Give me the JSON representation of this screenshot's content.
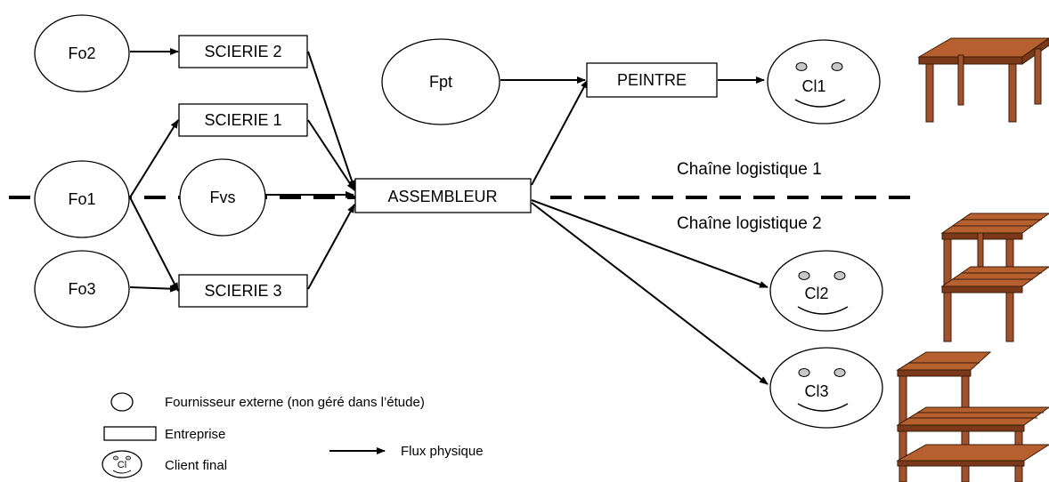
{
  "nodes": {
    "fo2": "Fo2",
    "fo1": "Fo1",
    "fo3": "Fo3",
    "fvs": "Fvs",
    "fpt": "Fpt",
    "scierie2": "SCIERIE 2",
    "scierie1": "SCIERIE 1",
    "scierie3": "SCIERIE 3",
    "assembleur": "ASSEMBLEUR",
    "peintre": "PEINTRE",
    "cl1": "Cl1",
    "cl2": "Cl2",
    "cl3": "Cl3"
  },
  "chains": {
    "chain1": "Chaîne logistique 1",
    "chain2": "Chaîne logistique 2"
  },
  "legend": {
    "external_supplier": "Fournisseur externe (non géré dans l’étude)",
    "company": "Entreprise",
    "final_client": "Client final",
    "client_symbol": "Cl",
    "physical_flow": "Flux physique"
  },
  "colors": {
    "wood": "#a0522d",
    "line": "#000000"
  }
}
